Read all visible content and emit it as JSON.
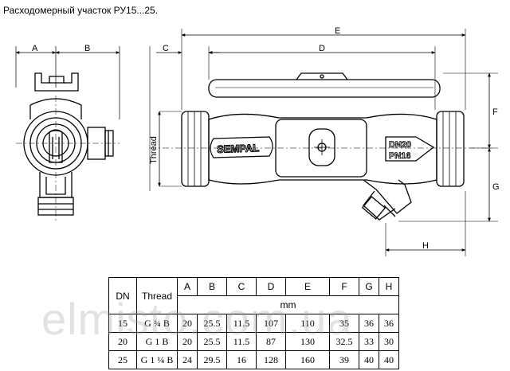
{
  "caption": "Расходомерный участок РУ15...25.",
  "dimensions": {
    "A": "A",
    "B": "B",
    "C": "C",
    "D": "D",
    "E": "E",
    "F": "F",
    "G": "G",
    "H": "H",
    "thread": "Thread"
  },
  "body_markings": {
    "brand": "SEMPAL",
    "dn": "DN20",
    "pn": "PN16"
  },
  "table": {
    "headers": [
      "DN",
      "Thread",
      "A",
      "B",
      "C",
      "D",
      "E",
      "F",
      "G",
      "H"
    ],
    "unit": "mm",
    "rows": [
      [
        "15",
        "G ¾ B",
        "20",
        "25.5",
        "11.5",
        "107",
        "110",
        "35",
        "36",
        "36"
      ],
      [
        "20",
        "G 1 B",
        "20",
        "25.5",
        "11.5",
        "87",
        "130",
        "32.5",
        "33",
        "30"
      ],
      [
        "25",
        "G 1 ¼ B",
        "24",
        "29.5",
        "16",
        "128",
        "160",
        "39",
        "40",
        "40"
      ]
    ]
  },
  "watermark": "elmisto.com.ua",
  "colors": {
    "line": "#000000",
    "table_border": "#000000",
    "watermark": "#969696"
  }
}
